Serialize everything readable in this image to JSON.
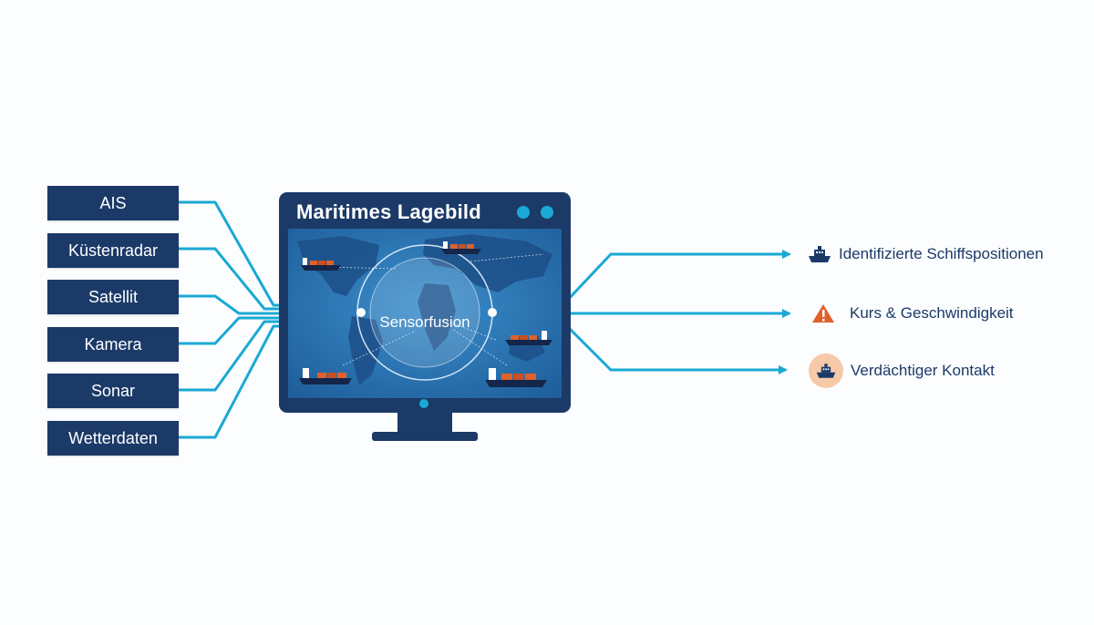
{
  "sources": [
    {
      "label": "AIS"
    },
    {
      "label": "Küstenradar"
    },
    {
      "label": "Satellit"
    },
    {
      "label": "Kamera"
    },
    {
      "label": "Sonar"
    },
    {
      "label": "Wetterdaten"
    }
  ],
  "monitor": {
    "title": "Maritimes Lagebild",
    "fusion_label": "Sensorfusion"
  },
  "outputs": [
    {
      "label": "Identifizierte Schiffspositionen",
      "icon": "ship-icon"
    },
    {
      "label": "Kurs & Geschwindigkeit",
      "icon": "warning-icon"
    },
    {
      "label": "Verdächtiger Kontakt",
      "icon": "ship-alert-icon"
    }
  ],
  "colors": {
    "navy": "#1b3a68",
    "cyan": "#1aa9d4",
    "ocean": "#2e7ab8",
    "warning": "#e0612a",
    "alert_bg": "#f6c9a8"
  }
}
